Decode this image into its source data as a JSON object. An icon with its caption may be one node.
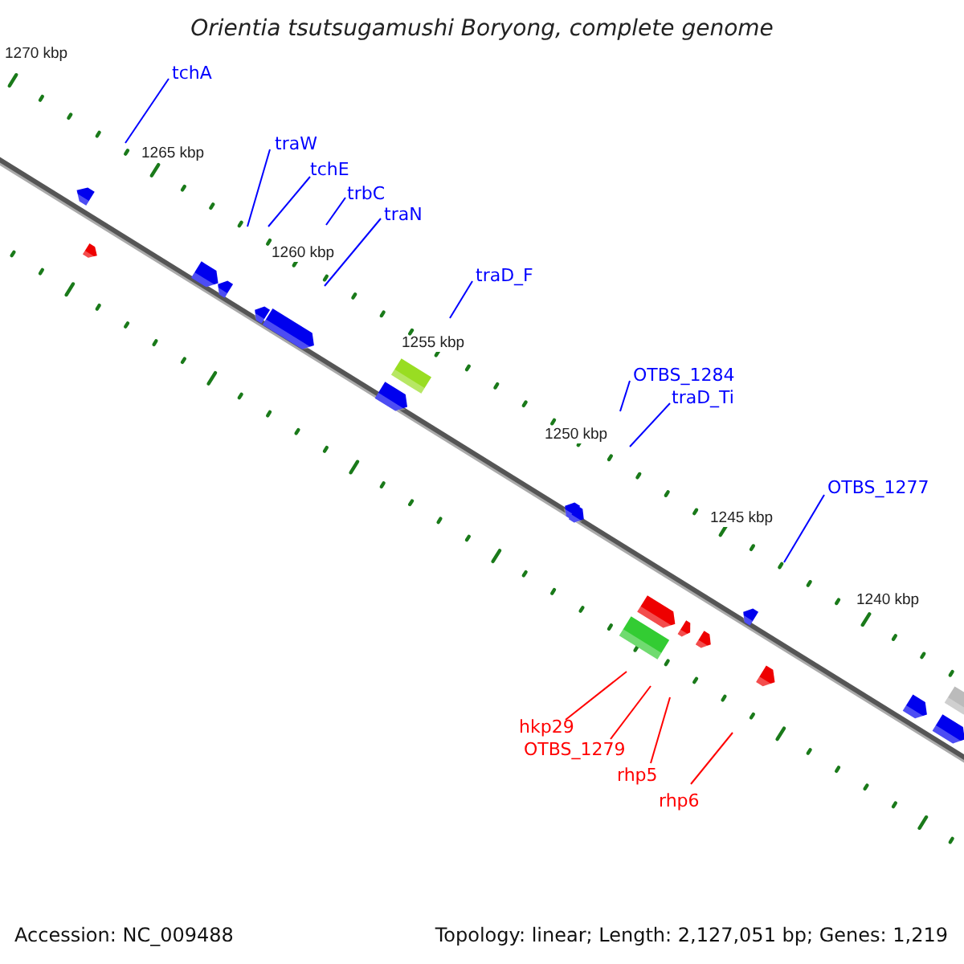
{
  "diagram": {
    "title": "Orientia tsutsugamushi Boryong, complete genome",
    "nodes": [
      {
        "text": [
          "tchA"
        ]
      },
      {
        "text": [
          "traW"
        ]
      },
      {
        "text": [
          "tchE"
        ]
      },
      {
        "text": [
          "trbC"
        ]
      },
      {
        "text": [
          "traN"
        ]
      },
      {
        "text": [
          "traD_F"
        ]
      },
      {
        "text": [
          "OTBS_1284"
        ]
      },
      {
        "text": [
          "traD_Ti"
        ]
      },
      {
        "text": [
          "OTBS_1277"
        ]
      },
      {
        "text": [
          "hkp29"
        ]
      },
      {
        "text": [
          "OTBS_1279"
        ]
      },
      {
        "text": [
          "rhp5"
        ]
      },
      {
        "text": [
          "rhp6"
        ]
      }
    ],
    "edges": [
      {
        "from": 0,
        "to": null,
        "arrow": "none"
      },
      {
        "from": 1,
        "to": null,
        "arrow": "none"
      },
      {
        "from": 2,
        "to": null,
        "arrow": "none"
      },
      {
        "from": 3,
        "to": null,
        "arrow": "none"
      },
      {
        "from": 4,
        "to": null,
        "arrow": "none"
      },
      {
        "from": 5,
        "to": null,
        "arrow": "none"
      },
      {
        "from": 6,
        "to": null,
        "arrow": "none"
      },
      {
        "from": 7,
        "to": null,
        "arrow": "none"
      },
      {
        "from": 8,
        "to": null,
        "arrow": "none"
      },
      {
        "from": 9,
        "to": null,
        "arrow": "none",
        "color": "#ff0000"
      },
      {
        "from": 10,
        "to": null,
        "arrow": "none",
        "color": "#ff0000"
      },
      {
        "from": 11,
        "to": null,
        "arrow": "none",
        "color": "#ff0000"
      },
      {
        "from": 12,
        "to": null,
        "arrow": "none",
        "color": "#ff0000"
      }
    ],
    "labels": [
      "1270 kbp",
      "1265 kbp",
      "1260 kbp",
      "1255 kbp",
      "1250 kbp",
      "1245 kbp",
      "1240 kbp",
      "Accession: NC_009488",
      "Topology: linear; Length: 2,127,051 bp; Genes: 1,219"
    ]
  }
}
